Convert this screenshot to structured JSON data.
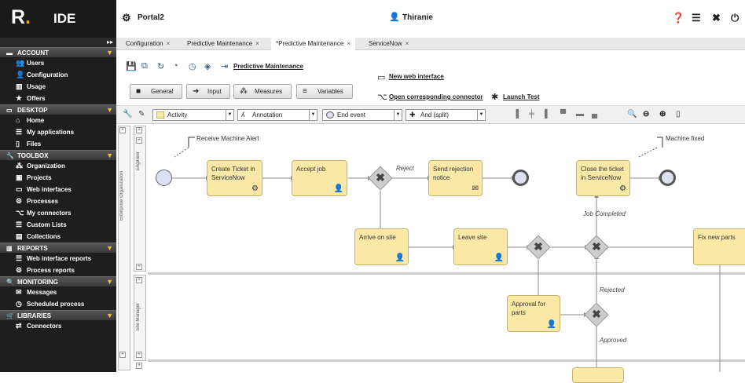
{
  "logo": {
    "r": "R",
    "dot": ".",
    "ide": "IDE"
  },
  "header": {
    "project": "Portal2",
    "user": "Thiranie",
    "icons": [
      "help-icon",
      "menu-icon",
      "close-icon",
      "power-icon"
    ]
  },
  "sidebar": {
    "collapse": "▸▸",
    "sections": [
      {
        "title": "ACCOUNT",
        "items": [
          "Users",
          "Configuration",
          "Usage",
          "Offers"
        ]
      },
      {
        "title": "DESKTOP",
        "items": [
          "Home",
          "My applications",
          "Files"
        ]
      },
      {
        "title": "TOOLBOX",
        "items": [
          "Organization",
          "Projects",
          "Web interfaces",
          "Processes",
          "My connectors",
          "Custom Lists",
          "Collections"
        ]
      },
      {
        "title": "REPORTS",
        "items": [
          "Web interface reports",
          "Process reports"
        ]
      },
      {
        "title": "MONITORING",
        "items": [
          "Messages",
          "Scheduled process"
        ]
      },
      {
        "title": "LIBRARIES",
        "items": [
          "Connectors"
        ]
      }
    ]
  },
  "tabs": [
    "Configuration",
    "Predictive Maintenance",
    "*Predictive Maintenance",
    "ServiceNow"
  ],
  "tab_close": "×",
  "toolbar": {
    "process_link": "Predictive Maintenance",
    "buttons": [
      "General",
      "Input",
      "Measures",
      "Variables"
    ],
    "new_web_interface": "New web interface",
    "open_connector": "Open corresponding connector",
    "launch_test": "Launch Test"
  },
  "palette": {
    "activity": "Activity",
    "annotation": "Annotation",
    "end_event": "End event",
    "gateway": "And (split)"
  },
  "lanes": {
    "pool": "Enterprise Organization",
    "lane1": "Engineer",
    "lane2": "Site Manager"
  },
  "diagram": {
    "tasks": [
      "Create Ticket in ServiceNow",
      "Accept job",
      "Send rejection notice",
      "Close the ticket in ServiceNow",
      "Arrive on site",
      "Leave site",
      "Fix new parts",
      "Approval for parts"
    ],
    "labels": [
      "Reject",
      "Job Completed",
      "Rejected",
      "Approved"
    ],
    "annotations": [
      "Receive Machine Alert",
      "Machine fixed"
    ]
  }
}
